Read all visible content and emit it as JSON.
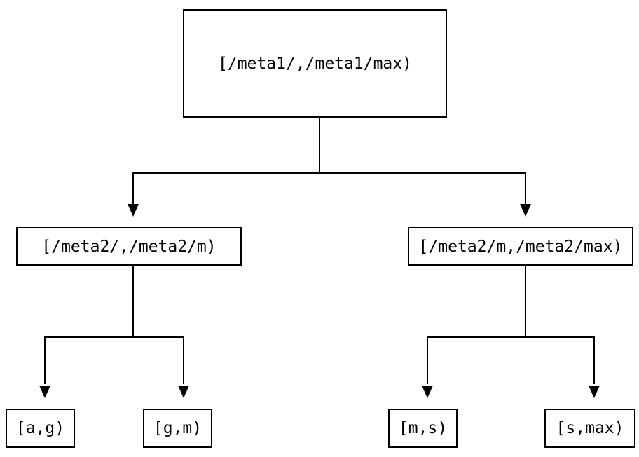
{
  "diagram": {
    "type": "binary-tree",
    "root": {
      "label": "[/meta1/,/meta1/max)"
    },
    "children": [
      {
        "label": "[/meta2/,/meta2/m)"
      },
      {
        "label": "[/meta2/m,/meta2/max)"
      }
    ],
    "leaves": [
      {
        "label": "[a,g)"
      },
      {
        "label": "[g,m)"
      },
      {
        "label": "[m,s)"
      },
      {
        "label": "[s,max)"
      }
    ],
    "colors": {
      "background": "#ffffff",
      "line": "#000000",
      "box_border": "#000000",
      "text": "#000000"
    }
  }
}
